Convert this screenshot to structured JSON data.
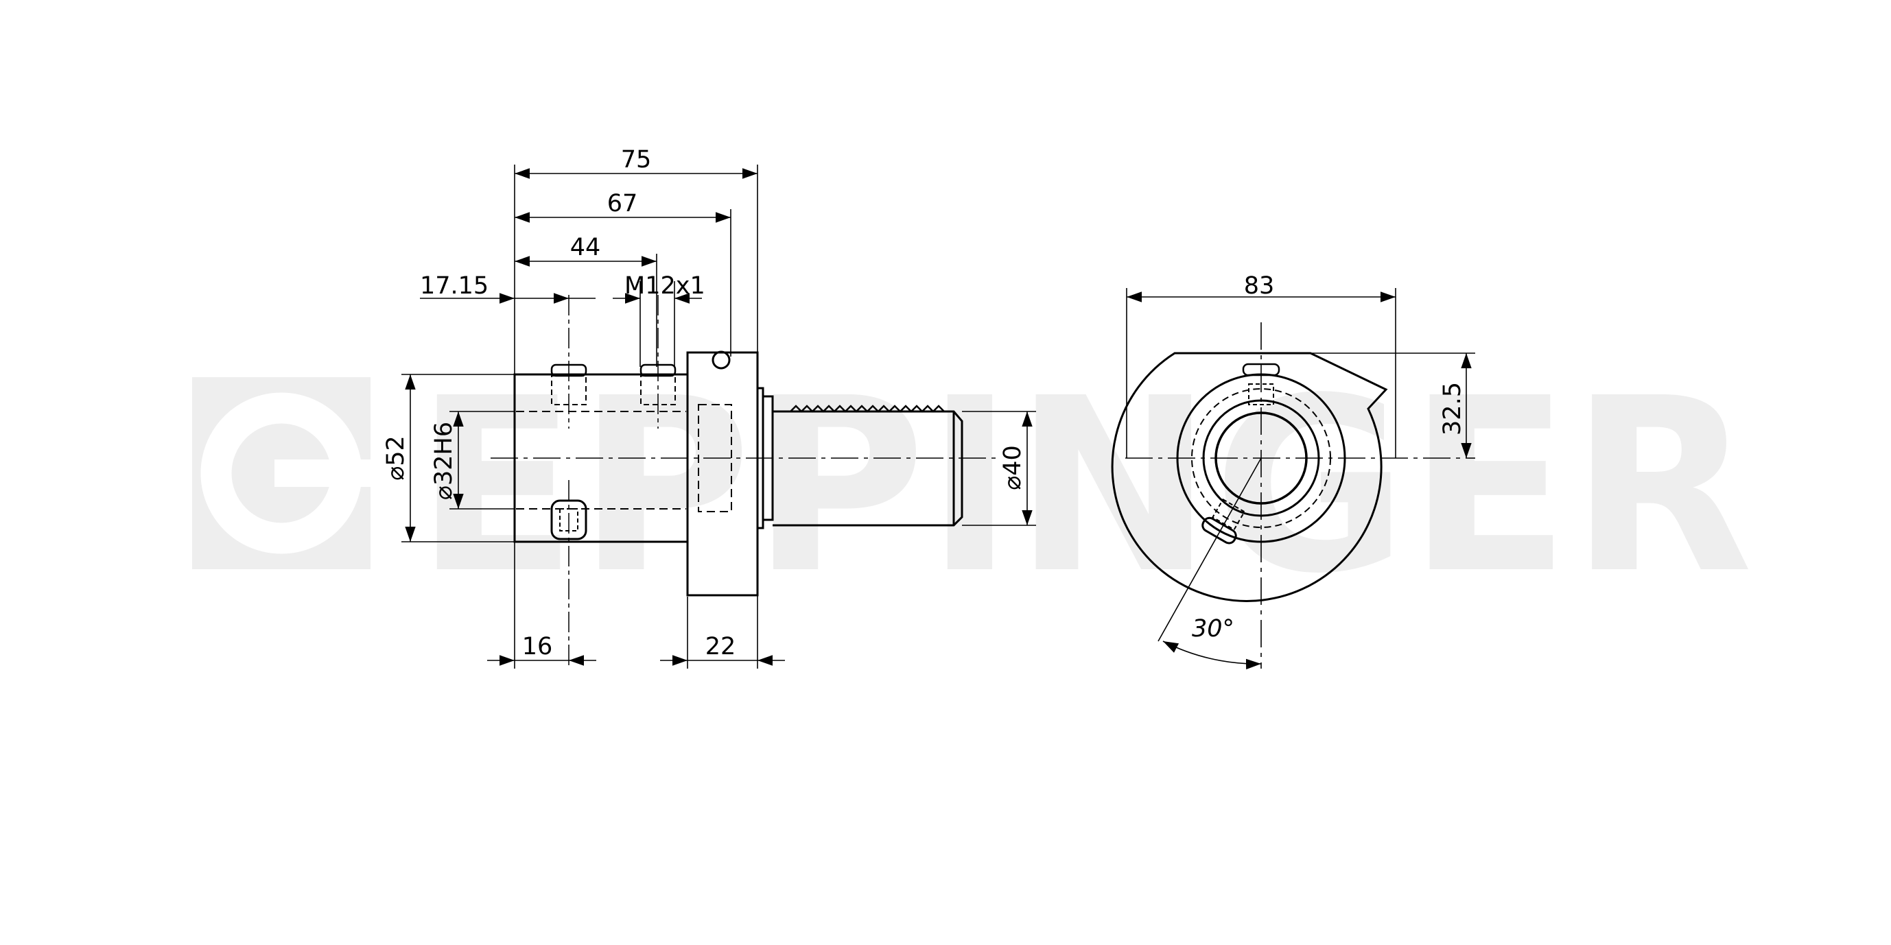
{
  "watermark": {
    "text": "EPPINGER",
    "color": "#eeeeee"
  },
  "colors": {
    "line": "#000000",
    "background": "#ffffff"
  },
  "dimensions": {
    "overall_length": "75",
    "length_to_flange_face": "67",
    "thread_position": "44",
    "first_screw_position": "17.15",
    "thread_spec": "M12x1",
    "body_diameter": "⌀52",
    "bore_diameter": "⌀32H6",
    "shank_diameter": "⌀40",
    "lower_screw_offset": "16",
    "flange_thickness": "22",
    "flange_width": "83",
    "flange_offset": "32.5",
    "screw_angle": "30°"
  }
}
